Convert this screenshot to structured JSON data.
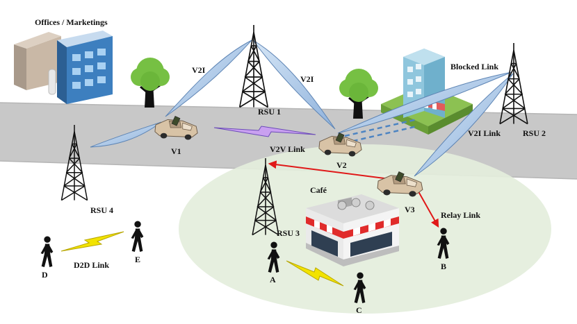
{
  "labels": {
    "offices": "Offices / Marketings",
    "v2i_left": "V2I",
    "v2i_right": "V2I",
    "rsu1": "RSU 1",
    "blocked_link": "Blocked Link",
    "v2i_link": "V2I Link",
    "rsu2": "RSU 2",
    "v1": "V1",
    "v2v_link": "V2V Link",
    "v2": "V2",
    "rsu4": "RSU 4",
    "cafe": "Café",
    "v3": "V3",
    "relay_link": "Relay Link",
    "rsu3": "RSU 3",
    "d2d_link": "D2D Link",
    "ped_d": "D",
    "ped_e": "E",
    "ped_a": "A",
    "ped_b": "B",
    "ped_c": "C"
  },
  "colors": {
    "road": "#c8c8c8",
    "coverage": "#e4eedc",
    "beam": "#a8c4e4",
    "relay": "#e01818",
    "tree": "#76c043",
    "v2v_zigzag": "#c9a0f0",
    "d2d_zigzag": "#f2e300"
  }
}
